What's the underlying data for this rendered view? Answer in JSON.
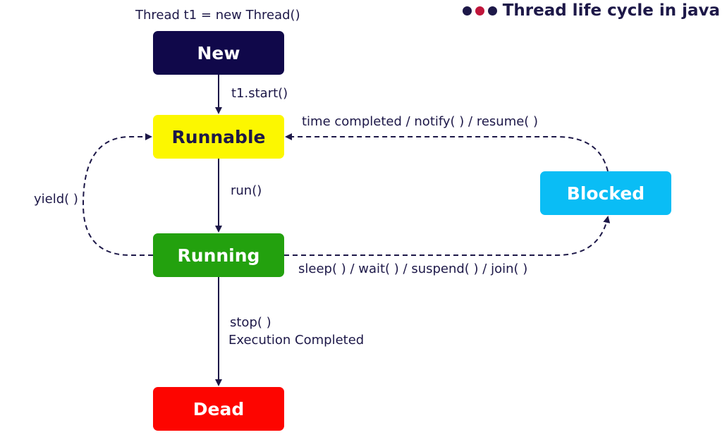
{
  "header": {
    "title": "Thread life cycle in java",
    "dot_colors": [
      "#1d1848",
      "#c0163b",
      "#1d1848"
    ]
  },
  "constructor_label": "Thread t1 = new Thread()",
  "states": {
    "new": {
      "label": "New",
      "bg": "#10084a",
      "fg": "#ffffff"
    },
    "runnable": {
      "label": "Runnable",
      "bg": "#fcf700",
      "fg": "#1d1848"
    },
    "running": {
      "label": "Running",
      "bg": "#23a10e",
      "fg": "#ffffff"
    },
    "dead": {
      "label": "Dead",
      "bg": "#fd0500",
      "fg": "#ffffff"
    },
    "blocked": {
      "label": "Blocked",
      "bg": "#0abdf5",
      "fg": "#ffffff"
    }
  },
  "transitions": {
    "start": "t1.start()",
    "run": "run()",
    "yield": "yield( )",
    "stop": "stop( )",
    "execution_completed": "Execution Completed",
    "to_blocked": "sleep( ) / wait( ) / suspend( ) / join( )",
    "from_blocked": "time completed / notify( ) / resume( )"
  },
  "colors": {
    "line": "#1d1848"
  }
}
